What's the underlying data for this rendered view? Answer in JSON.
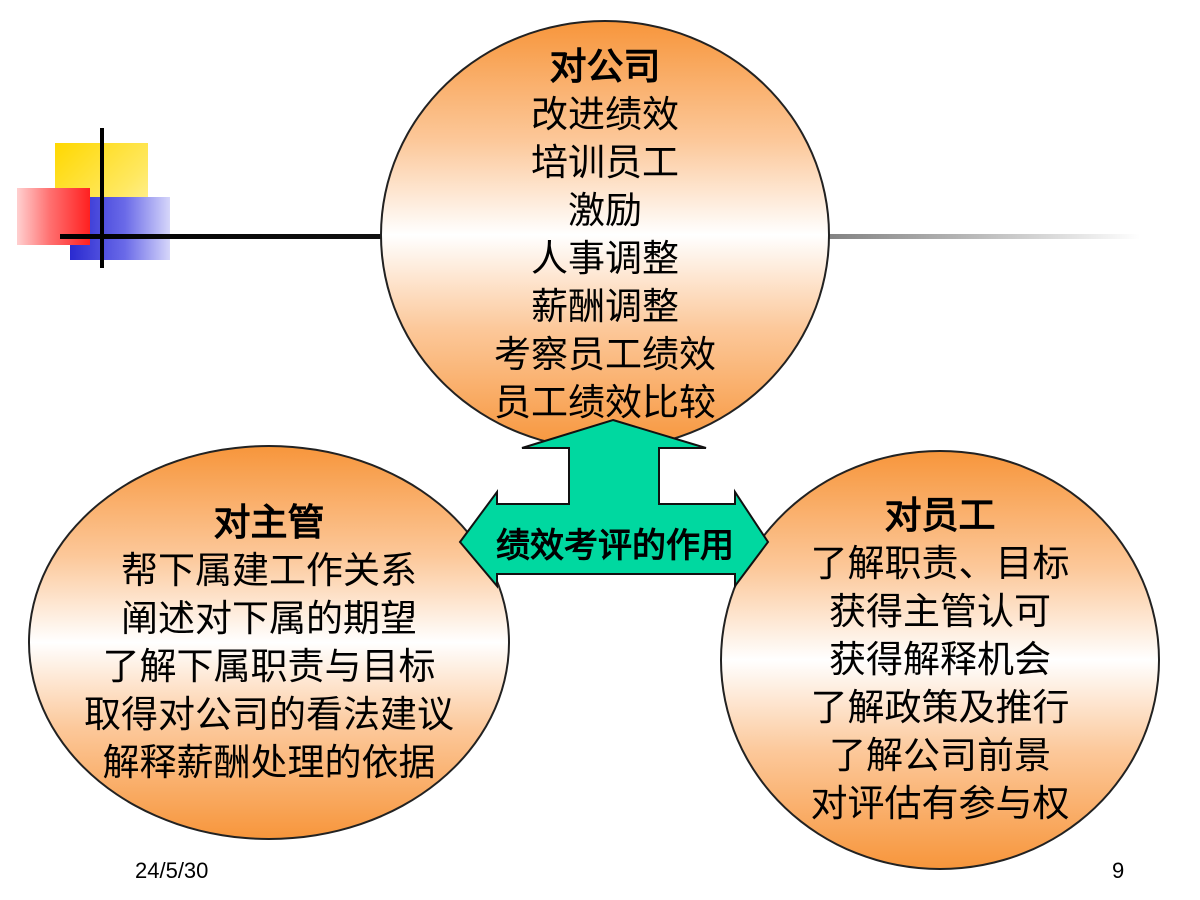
{
  "top_circle": {
    "title": "对公司",
    "items": [
      "改进绩效",
      "培训员工",
      "激励",
      "人事调整",
      "薪酬调整",
      "考察员工绩效",
      "员工绩效比较"
    ]
  },
  "left_circle": {
    "title": "对主管",
    "items": [
      "帮下属建工作关系",
      "阐述对下属的期望",
      "了解下属职责与目标",
      "取得对公司的看法建议",
      "解释薪酬处理的依据"
    ]
  },
  "right_circle": {
    "title": "对员工",
    "items": [
      "了解职责、目标",
      "获得主管认可",
      "获得解释机会",
      "了解政策及推行",
      "了解公司前景",
      "对评估有参与权"
    ]
  },
  "center_label": "绩效考评的作用",
  "footer": {
    "date": "24/5/30",
    "page_number": "9"
  },
  "colors": {
    "circle_orange": "#f7963c",
    "arrow_fill": "#00d8a0"
  }
}
